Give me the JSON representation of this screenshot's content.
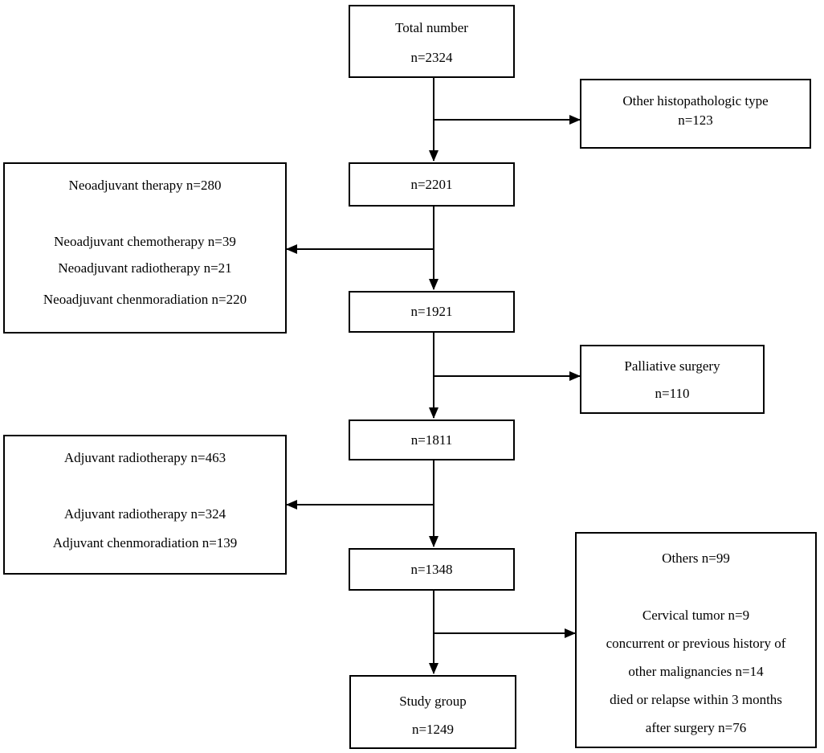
{
  "boxes": {
    "total": {
      "label": "Total number",
      "count": "n=2324"
    },
    "histopath": {
      "label": "Other histopathologic type",
      "count": "n=123"
    },
    "n2201": {
      "count": "n=2201"
    },
    "neoadjuvant": {
      "title": "Neoadjuvant therapy n=280",
      "items": [
        "Neoadjuvant chemotherapy n=39",
        "Neoadjuvant radiotherapy n=21",
        "Neoadjuvant chenmoradiation n=220"
      ]
    },
    "n1921": {
      "count": "n=1921"
    },
    "palliative": {
      "label": "Palliative surgery",
      "count": "n=110"
    },
    "n1811": {
      "count": "n=1811"
    },
    "adjuvant": {
      "title": "Adjuvant radiotherapy n=463",
      "items": [
        "Adjuvant radiotherapy n=324",
        "Adjuvant chenmoradiation n=139"
      ]
    },
    "n1348": {
      "count": "n=1348"
    },
    "others": {
      "title": "Others n=99",
      "items": [
        "Cervical tumor n=9",
        "concurrent or previous history of",
        "other malignancies n=14",
        "died or relapse within 3 months",
        "after surgery n=76"
      ]
    },
    "study": {
      "label": "Study group",
      "count": "n=1249"
    }
  }
}
